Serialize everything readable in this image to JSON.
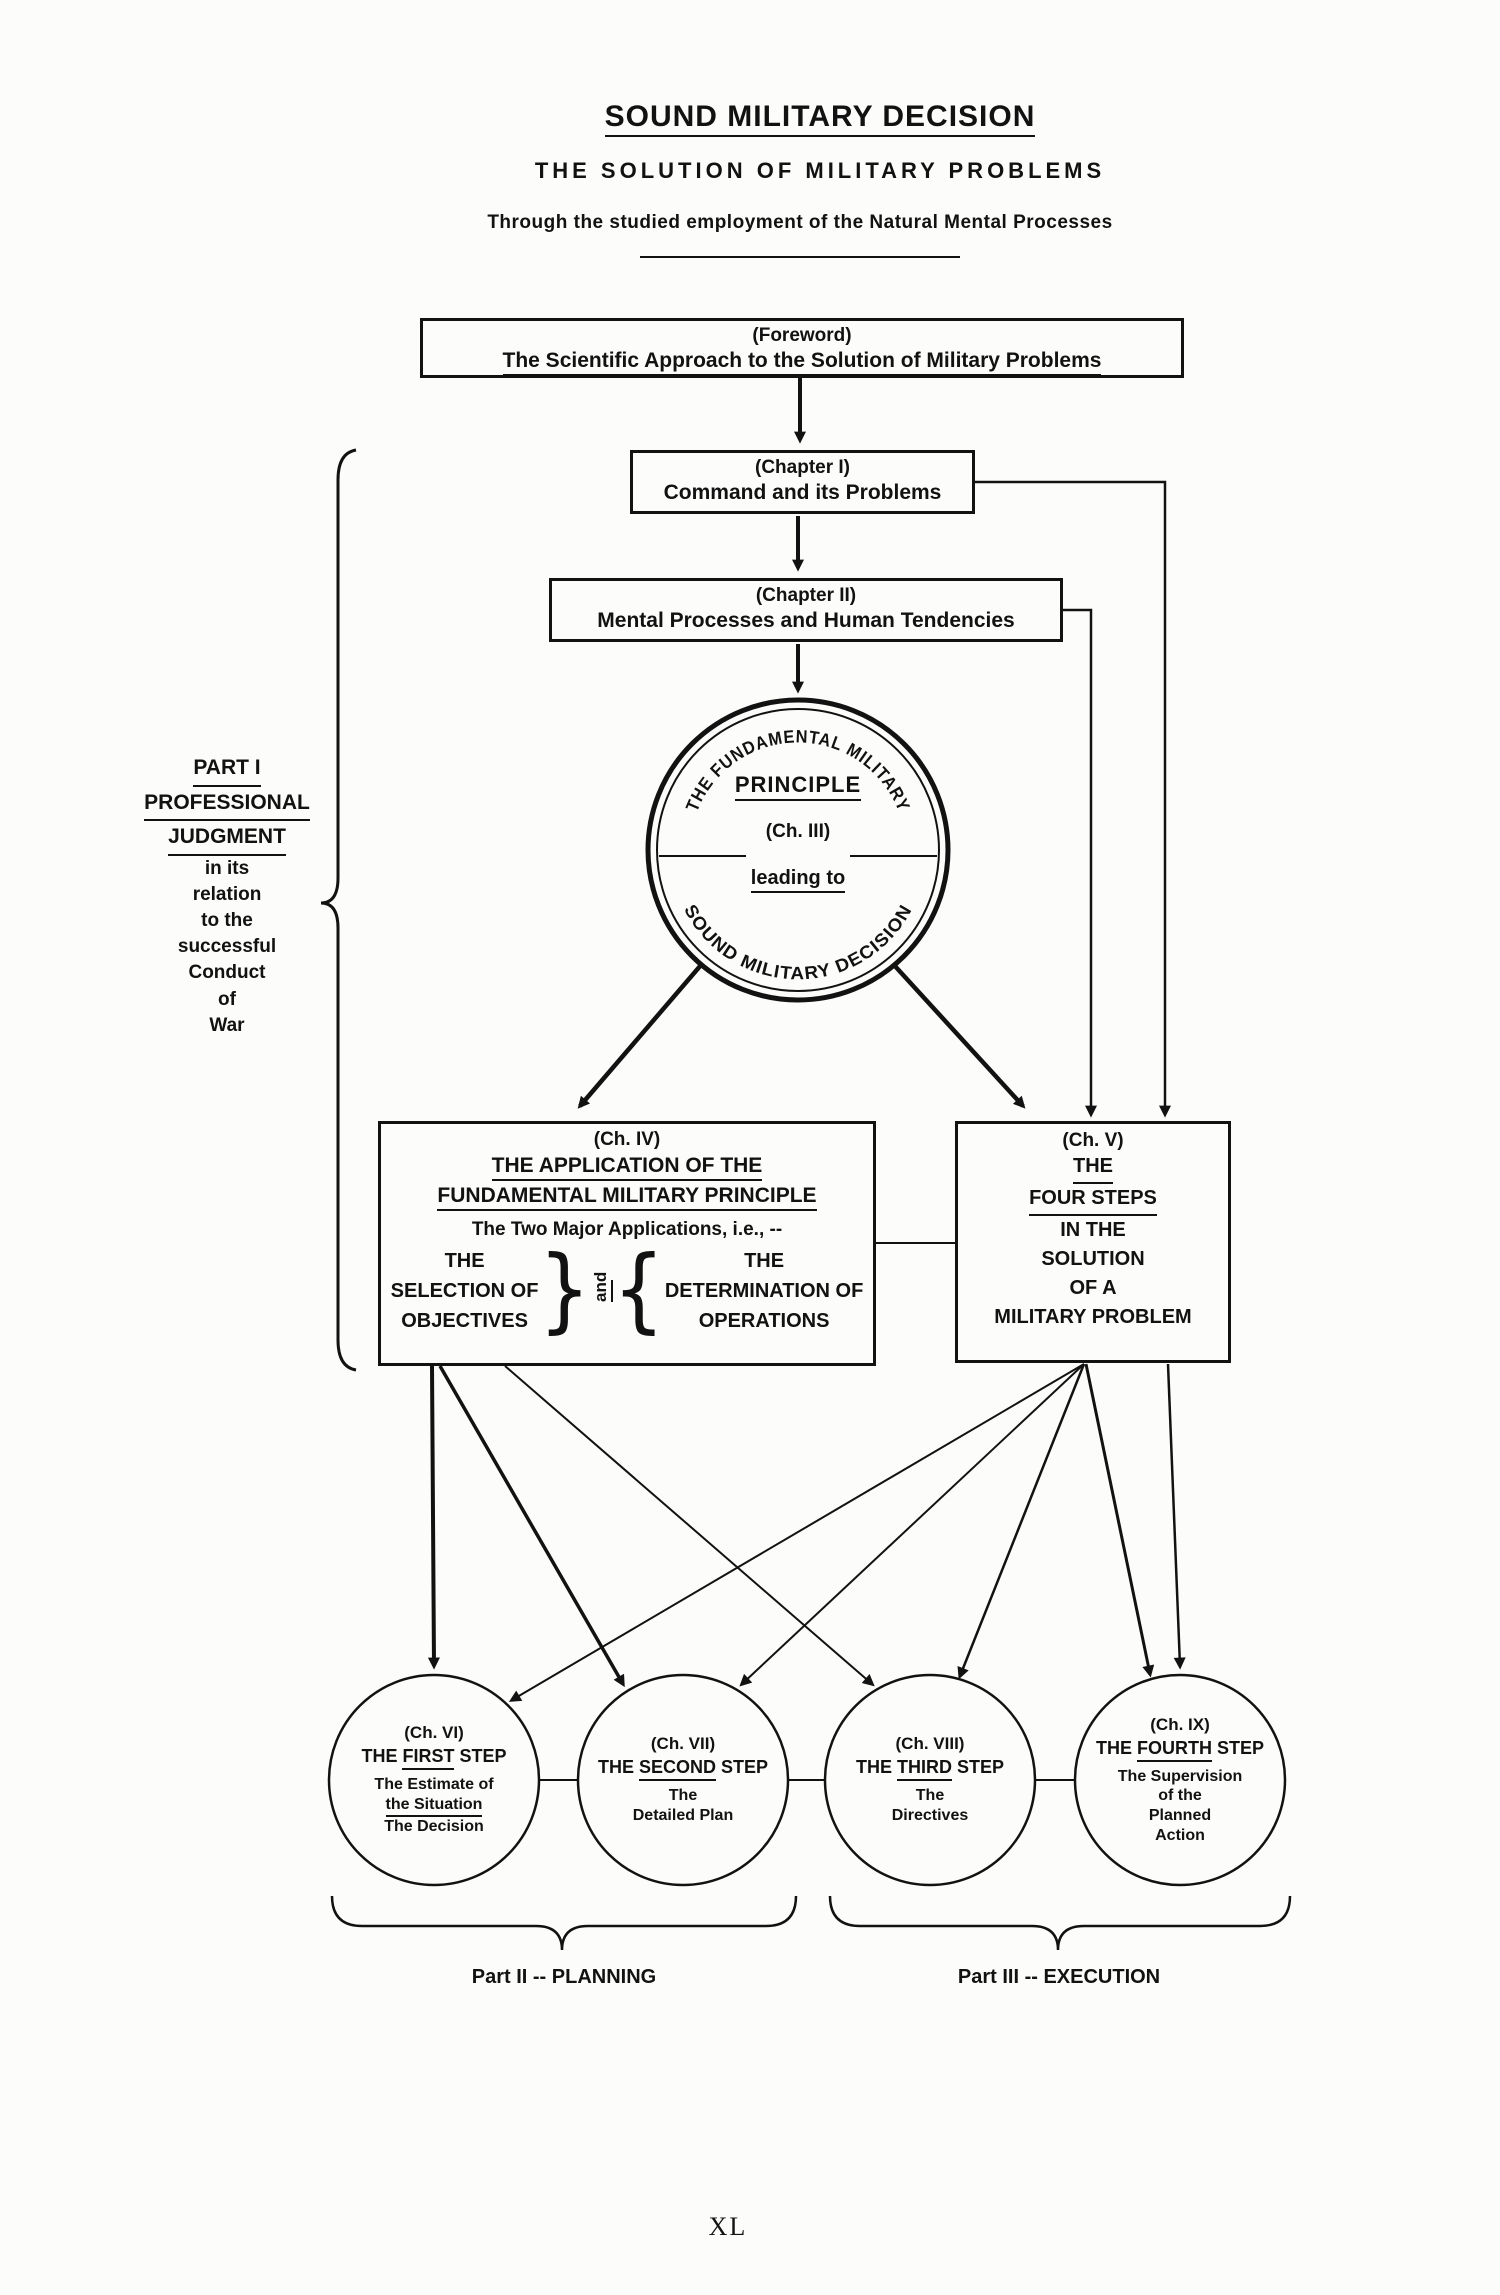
{
  "header": {
    "title": "SOUND MILITARY DECISION",
    "subtitle": "THE SOLUTION OF MILITARY PROBLEMS",
    "tagline": "Through the studied employment of the Natural Mental Processes"
  },
  "foreword": {
    "label": "(Foreword)",
    "title": "The Scientific Approach to the Solution of Military Problems"
  },
  "chapter1": {
    "label": "(Chapter I)",
    "title": "Command and its Problems"
  },
  "chapter2": {
    "label": "(Chapter II)",
    "title": "Mental Processes and Human Tendencies"
  },
  "part1": {
    "heading1": "PART I",
    "heading2": "PROFESSIONAL",
    "heading3": "JUDGMENT",
    "lines": [
      "in its",
      "relation",
      "to the",
      "successful",
      "Conduct",
      "of",
      "War"
    ]
  },
  "principle_circle": {
    "ring_top": "THE FUNDAMENTAL MILITARY",
    "ring_bottom": "SOUND MILITARY DECISION",
    "line1": "PRINCIPLE",
    "line2": "(Ch. III)",
    "line3": "leading to"
  },
  "chapter4": {
    "label": "(Ch. IV)",
    "title1": "THE APPLICATION OF THE",
    "title2": "FUNDAMENTAL MILITARY PRINCIPLE",
    "subtitle": "The Two Major Applications, i.e., --",
    "left": [
      "THE",
      "SELECTION OF",
      "OBJECTIVES"
    ],
    "brace_left": "}",
    "conjunction": "and",
    "brace_right": "{",
    "right": [
      "THE",
      "DETERMINATION OF",
      "OPERATIONS"
    ]
  },
  "chapter5": {
    "label": "(Ch. V)",
    "u1": "THE",
    "u2": "FOUR STEPS",
    "lines": [
      "IN THE",
      "SOLUTION",
      "OF A",
      "MILITARY PROBLEM"
    ]
  },
  "steps": [
    {
      "label": "(Ch. VI)",
      "pre": "THE",
      "word": "FIRST",
      "post": "STEP",
      "lines": [
        "The Estimate of",
        "the Situation",
        "The Decision"
      ]
    },
    {
      "label": "(Ch. VII)",
      "pre": "THE",
      "word": "SECOND",
      "post": "STEP",
      "lines": [
        "The",
        "Detailed Plan"
      ]
    },
    {
      "label": "(Ch. VIII)",
      "pre": "THE",
      "word": "THIRD",
      "post": "STEP",
      "lines": [
        "The",
        "Directives"
      ]
    },
    {
      "label": "(Ch. IX)",
      "pre": "THE",
      "word": "FOURTH",
      "post": "STEP",
      "lines": [
        "The Supervision",
        "of the",
        "Planned",
        "Action"
      ]
    }
  ],
  "parts": {
    "planning": "Part II -- PLANNING",
    "execution": "Part III -- EXECUTION"
  },
  "page_number": "XL"
}
